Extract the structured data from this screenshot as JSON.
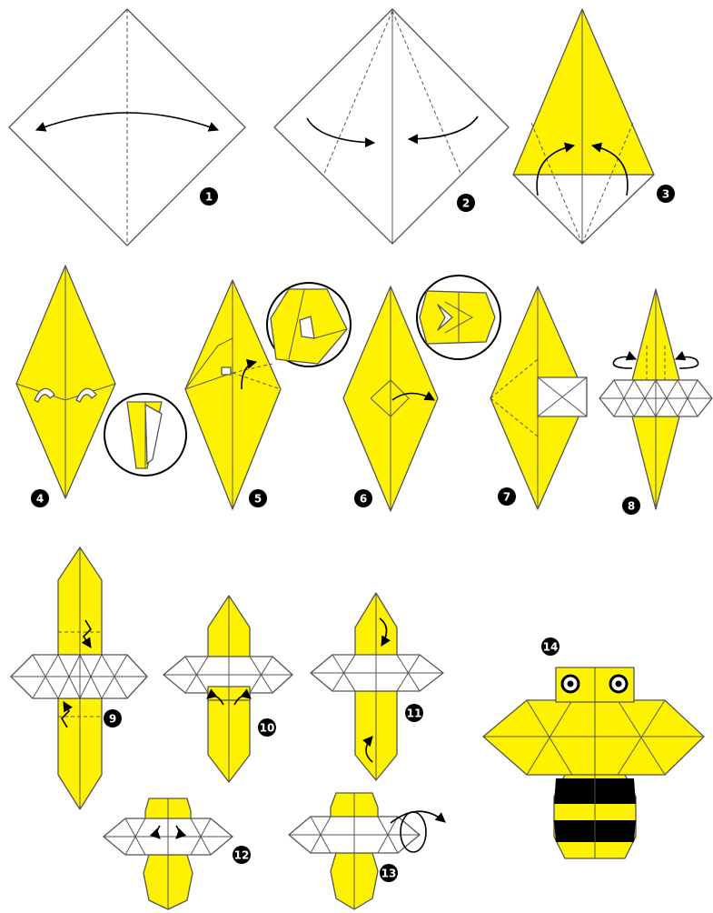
{
  "colors": {
    "paper_yellow": "#fff200",
    "paper_white": "#ffffff",
    "line": "#555555",
    "badge": "#000000"
  },
  "steps": [
    {
      "id": "1",
      "label": "1"
    },
    {
      "id": "2",
      "label": "2"
    },
    {
      "id": "3",
      "label": "3"
    },
    {
      "id": "4",
      "label": "4"
    },
    {
      "id": "5",
      "label": "5"
    },
    {
      "id": "6",
      "label": "6"
    },
    {
      "id": "7",
      "label": "7"
    },
    {
      "id": "8",
      "label": "8"
    },
    {
      "id": "9",
      "label": "9"
    },
    {
      "id": "10",
      "label": "10"
    },
    {
      "id": "11",
      "label": "11"
    },
    {
      "id": "12",
      "label": "12"
    },
    {
      "id": "13",
      "label": "13"
    },
    {
      "id": "14",
      "label": "14"
    }
  ],
  "icons": {
    "fold_arrow": "curved-arrow-icon",
    "flip_over": "flip-over-icon",
    "zoom_detail": "magnified-detail-icon",
    "bee_eye": "eye-icon"
  }
}
